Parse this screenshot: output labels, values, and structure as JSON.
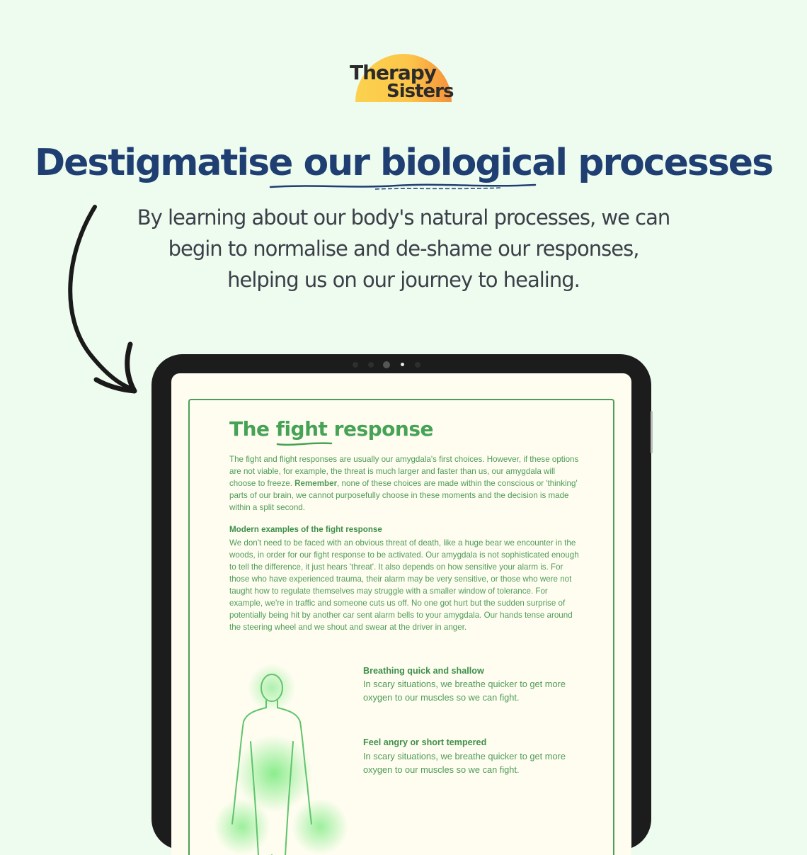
{
  "logo": {
    "line1": "Therapy",
    "line2": "Sisters",
    "colors": {
      "sun_yellow": "#fbd24e",
      "sun_orange": "#f5913a",
      "text": "#2b2b2b"
    }
  },
  "headline": "Destigmatise our biological processes",
  "subtitle": {
    "line1": "By learning about our body's natural processes, we can",
    "line2": "begin to normalise and de-shame our responses,",
    "line3": "helping us on our journey to healing."
  },
  "document": {
    "title_part1": "The ",
    "title_emphasis": "fight",
    "title_part2": " response",
    "intro_before_bold": "The fight and flight responses are usually our amygdala's first choices. However, if these options are not viable, for example, the threat is much larger and faster than us, our amygdala will choose to freeze. ",
    "intro_bold": "Remember",
    "intro_after_bold": ", none of these choices are made within the conscious or 'thinking' parts of our brain, we cannot purposefully choose in these moments and the decision is made within a split second.",
    "section_heading": "Modern examples of the fight response",
    "section_body": "We don't need to be faced with an obvious threat of death, like a huge bear we encounter in the woods, in order for our fight response to be activated. Our amygdala is not sophisticated enough to tell the difference, it just hears 'threat'. It also depends on how sensitive your alarm is. For those who have experienced trauma, their alarm may be very sensitive, or those who were not taught how to regulate themselves may struggle with a smaller window of tolerance.  For example, we're in traffic and someone cuts us off.  No one got hurt but the sudden surprise of potentially being hit by another car sent alarm bells to your amygdala. Our hands tense around the steering wheel and we shout and swear at the driver in anger.",
    "symptoms": [
      {
        "heading": "Breathing quick and shallow",
        "body": "In scary situations, we breathe quicker to get more oxygen to our muscles so we can fight."
      },
      {
        "heading": "Feel angry or short tempered",
        "body": "In scary situations, we breathe quicker to get more oxygen to our muscles so we can fight."
      }
    ],
    "colors": {
      "accent": "#46a355",
      "body_text": "#4f9b57",
      "page_bg": "#fefdf0"
    }
  },
  "colors": {
    "background": "#eefbef",
    "headline": "#1f3f72",
    "subtitle": "#3b3f48",
    "tablet_bezel": "#1c1c1c"
  }
}
